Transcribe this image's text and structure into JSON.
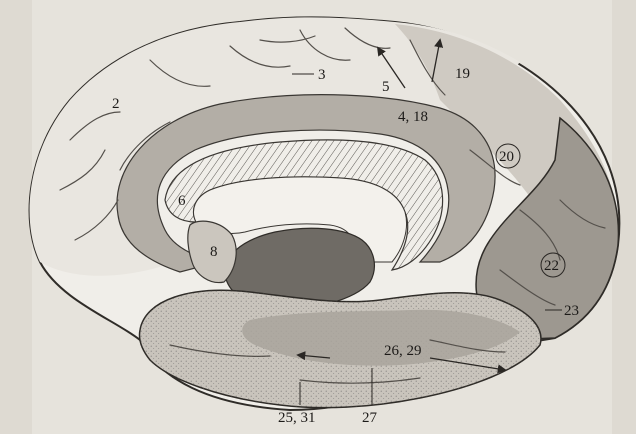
{
  "labels": {
    "l2": "2",
    "l3": "3",
    "l5": "5",
    "l4_18": "4, 18",
    "l19": "19",
    "l20": "20",
    "l6": "6",
    "l8": "8",
    "l22": "22",
    "l23": "23",
    "l26_29": "26, 29",
    "l25_31": "25, 31",
    "l27": "27"
  }
}
